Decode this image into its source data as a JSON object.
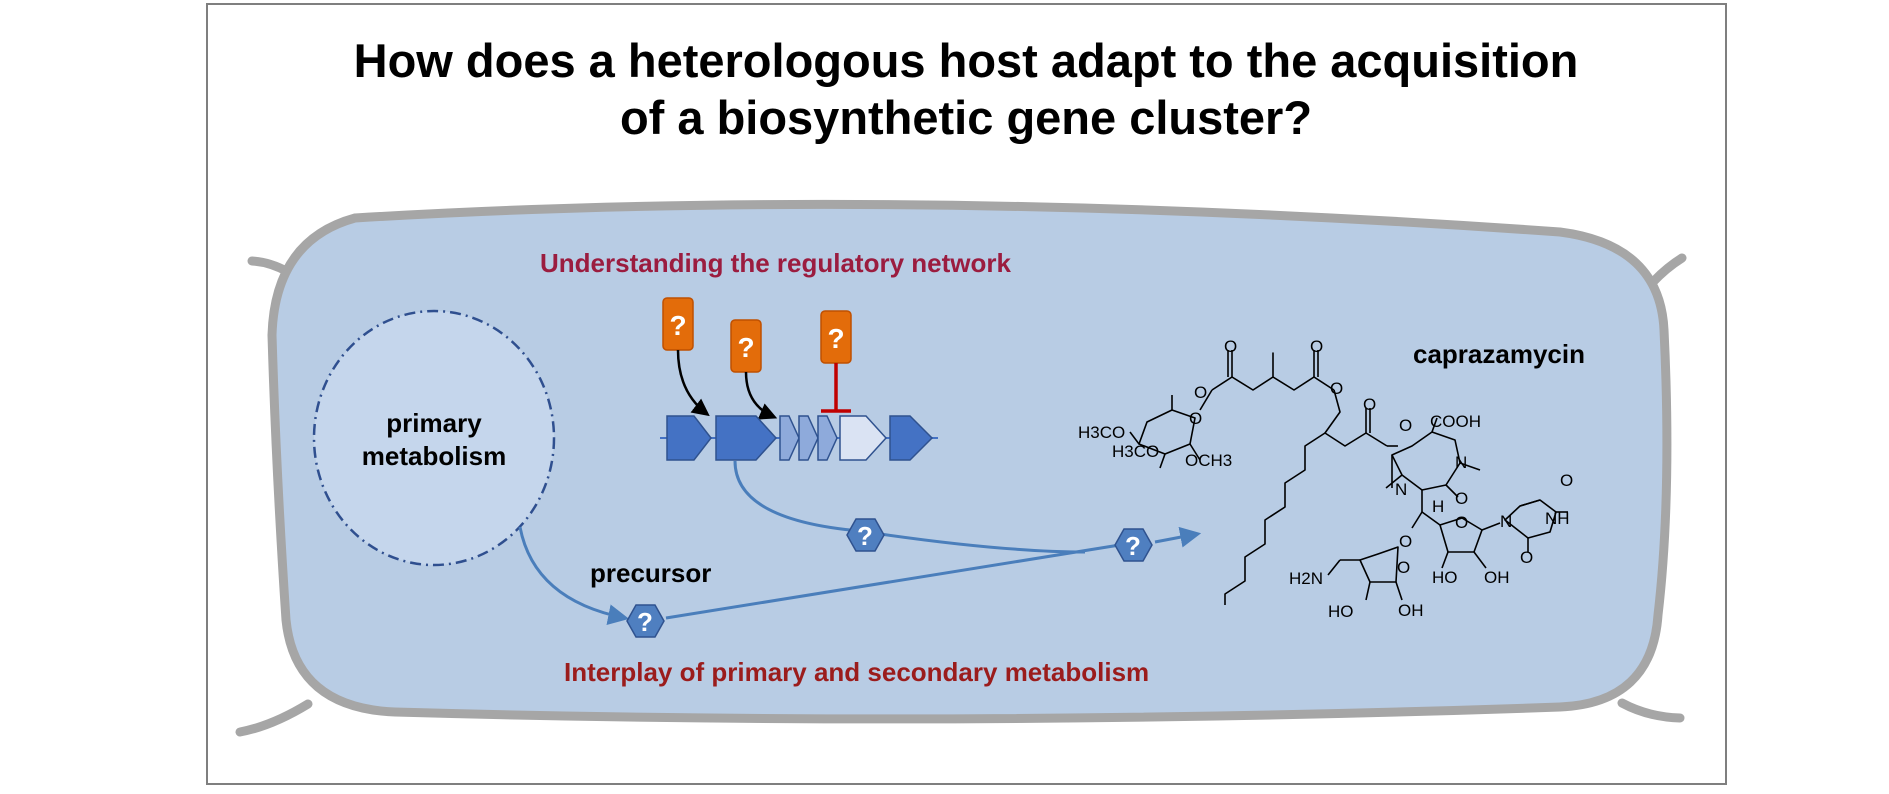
{
  "title": {
    "line1": "How does a heterologous host adapt to the acquisition",
    "line2": "of a biosynthetic gene cluster?"
  },
  "labels": {
    "regulatory": "Understanding the regulatory network",
    "primary_line1": "primary",
    "primary_line2": "metabolism",
    "precursor": "precursor",
    "interplay": "Interplay of primary and secondary metabolism",
    "compound": "caprazamycin"
  },
  "unknown_symbol": "?",
  "chemistry_labels": {
    "o": "O",
    "h": "H",
    "n": "N",
    "nh": "NH",
    "cooh": "COOH",
    "h3co_1": "H3CO",
    "h3co_2": "H3CO",
    "och3": "OCH3",
    "h2n": "H2N",
    "ho": "HO",
    "oh": "OH"
  },
  "colors": {
    "cell_fill": "#b8cce4",
    "cell_wall": "#a6a6a6",
    "regulatory_label": "#9b1c3f",
    "interplay_label": "#9b1c1c",
    "regulator_orange": "#e36c0a",
    "gene_dark": "#4472c4",
    "gene_medium": "#8eaadb",
    "gene_light": "#dae3f3",
    "hexagon": "#4f7fc0",
    "flux_line": "#4a7ebb",
    "repression": "#c00000"
  }
}
